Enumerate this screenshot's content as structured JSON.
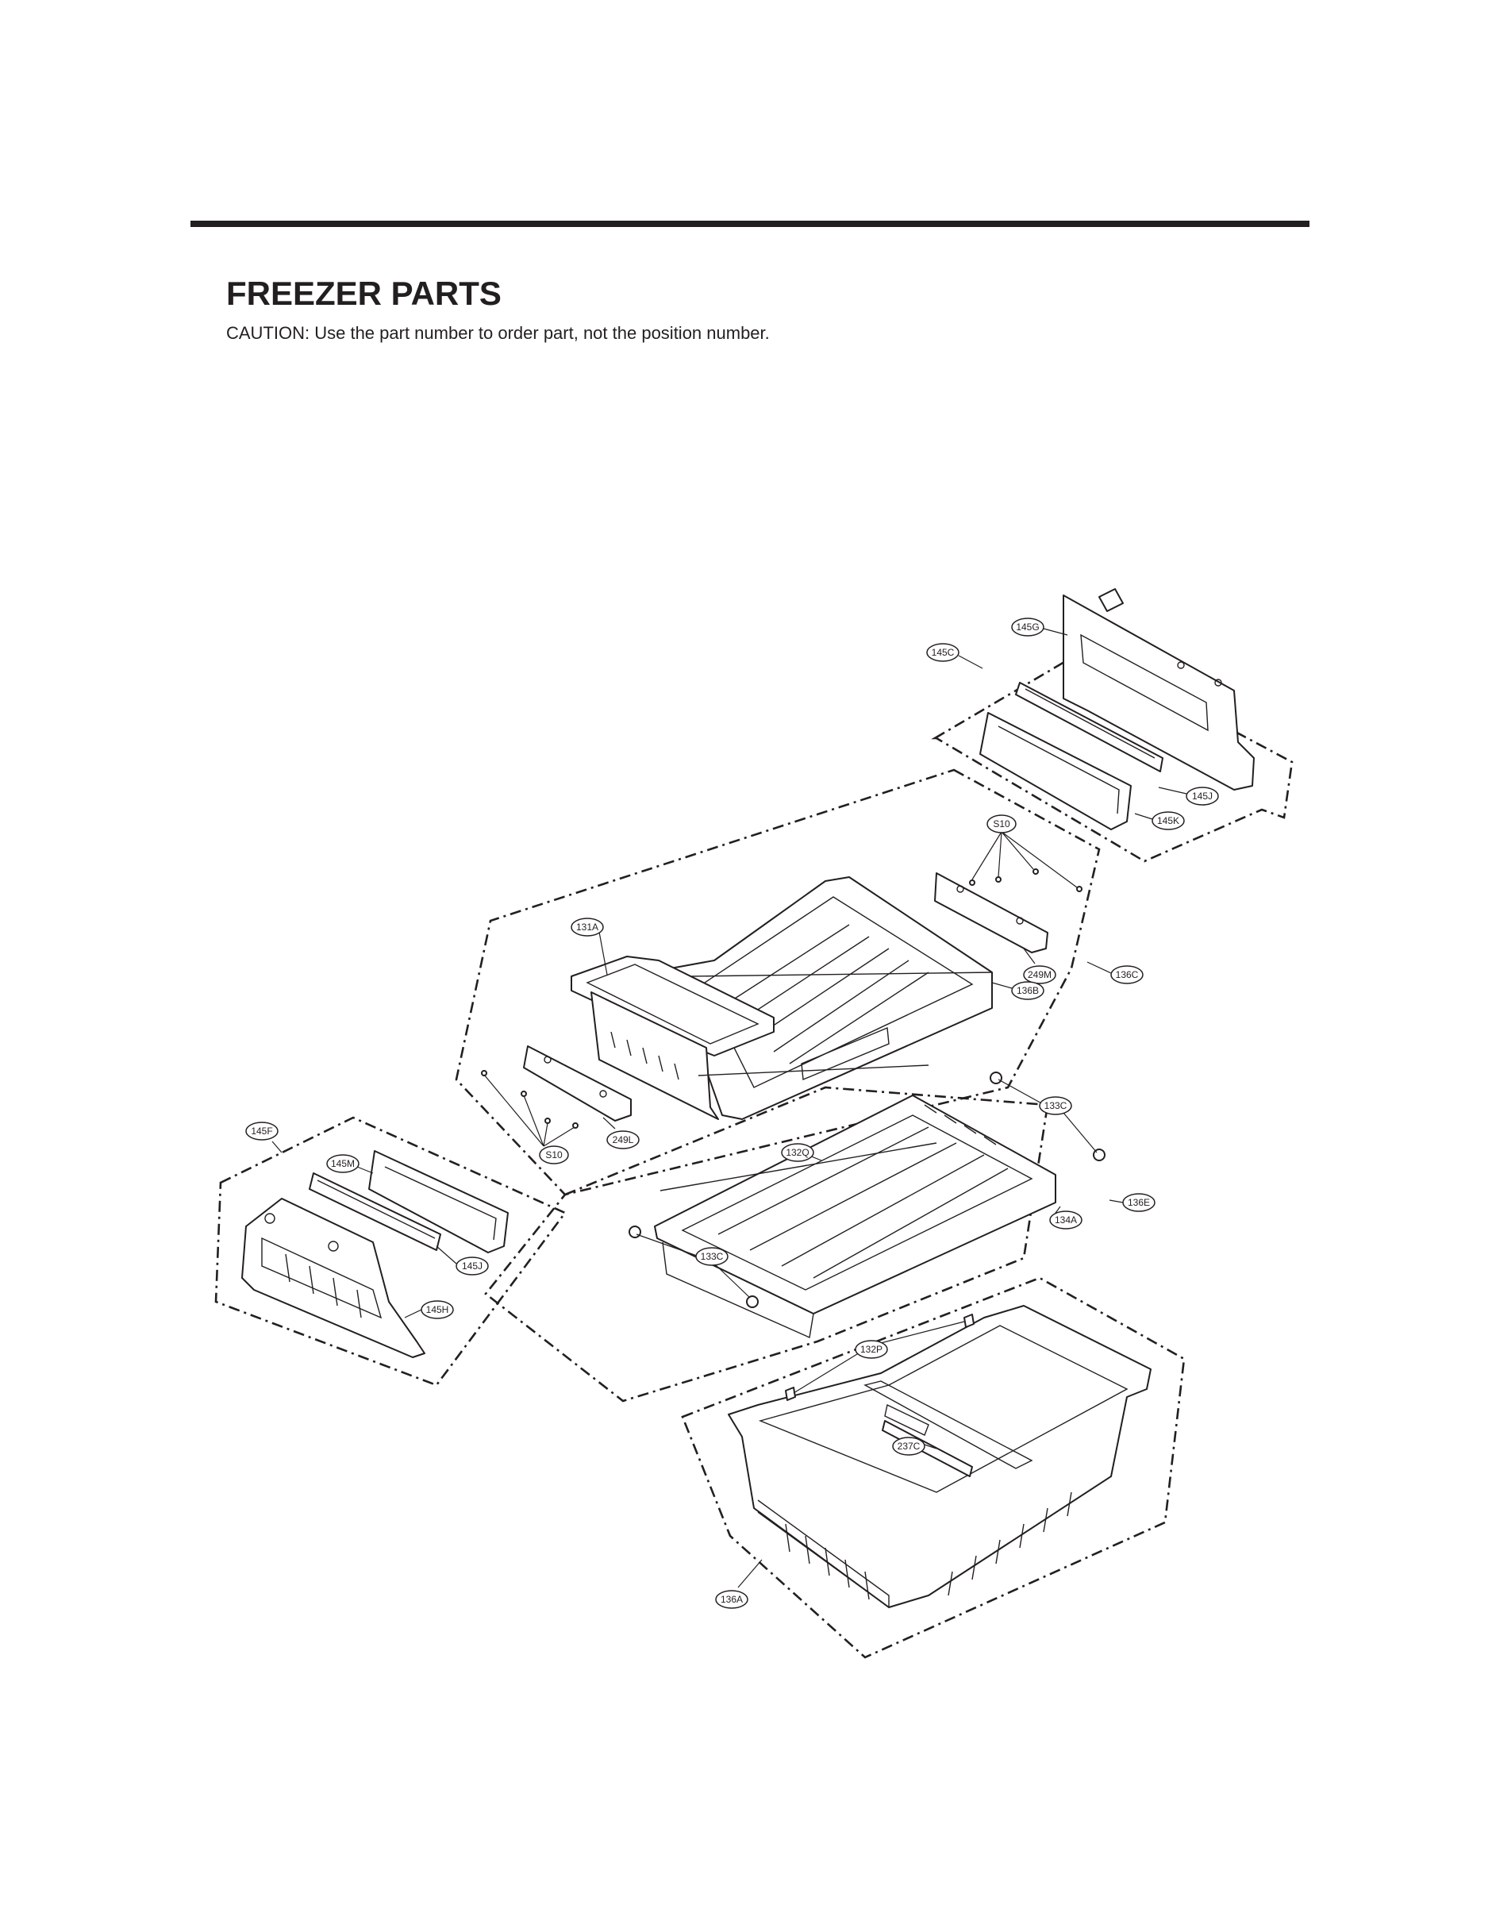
{
  "page": {
    "title": "FREEZER PARTS",
    "caution": "CAUTION: Use the part number to order part, not the position number."
  },
  "callouts": {
    "c145C": "145C",
    "c145G": "145G",
    "c145J_top": "145J",
    "c145K": "145K",
    "cS10_top": "S10",
    "c249M": "249M",
    "c136C": "136C",
    "c136B": "136B",
    "c131A": "131A",
    "c249L": "249L",
    "cS10_bottom": "S10",
    "c133C_top": "133C",
    "c132Q": "132Q",
    "c136E": "136E",
    "c134A": "134A",
    "c133C_bottom": "133C",
    "c145F": "145F",
    "c145M": "145M",
    "c145J_bottom": "145J",
    "c145H": "145H",
    "c132P": "132P",
    "c237C": "237C",
    "c136A": "136A"
  }
}
